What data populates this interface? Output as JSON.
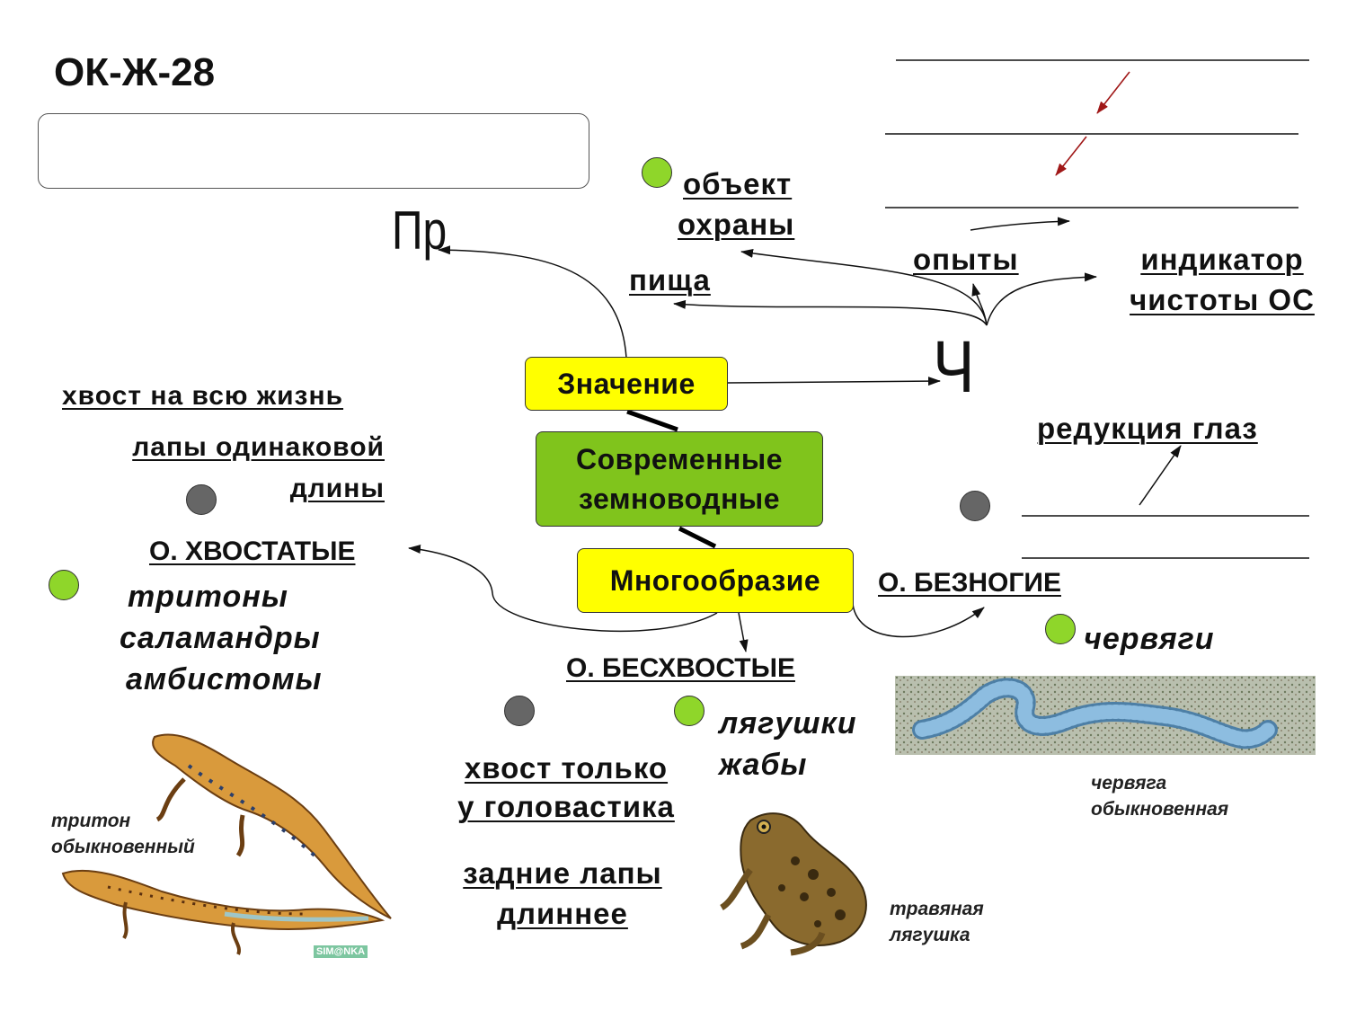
{
  "title": "ОК-Ж-28",
  "center": {
    "main": [
      "Современные",
      "земноводные"
    ],
    "value": "Значение",
    "diversity": "Многообразие"
  },
  "branch_letters": {
    "pr": "Пр",
    "ch": "Ч"
  },
  "value_items": {
    "protection": [
      "объект",
      "охраны"
    ],
    "food": "пища",
    "experiments": "опыты",
    "indicator": [
      "индикатор",
      "чистоты ОС"
    ]
  },
  "tailed": {
    "order": "О. ХВОСТАТЫЕ",
    "features": [
      "хвост на всю жизнь",
      "лапы одинаковой",
      "длины"
    ],
    "examples": [
      "тритоны",
      "саламандры",
      "амбистомы"
    ],
    "caption": [
      "тритон",
      "обыкновенный"
    ]
  },
  "tailless": {
    "order": "О. БЕСХВОСТЫЕ",
    "features": [
      "хвост только",
      "у головастика",
      "задние лапы",
      "длиннее"
    ],
    "examples": [
      "лягушки",
      "жабы"
    ],
    "caption": [
      "травяная",
      "лягушка"
    ]
  },
  "legless": {
    "order": "О. БЕЗНОГИЕ",
    "feature": "редукция глаз",
    "example": "червяги",
    "caption": [
      "червяга",
      "обыкновенная"
    ]
  },
  "watermark": "SIM@NKA",
  "colors": {
    "yellow_box": "#ffff00",
    "green_box": "#80c41c",
    "green_dot": "#8fd62a",
    "gray_dot": "#666666",
    "arrow_red": "#a01818"
  }
}
